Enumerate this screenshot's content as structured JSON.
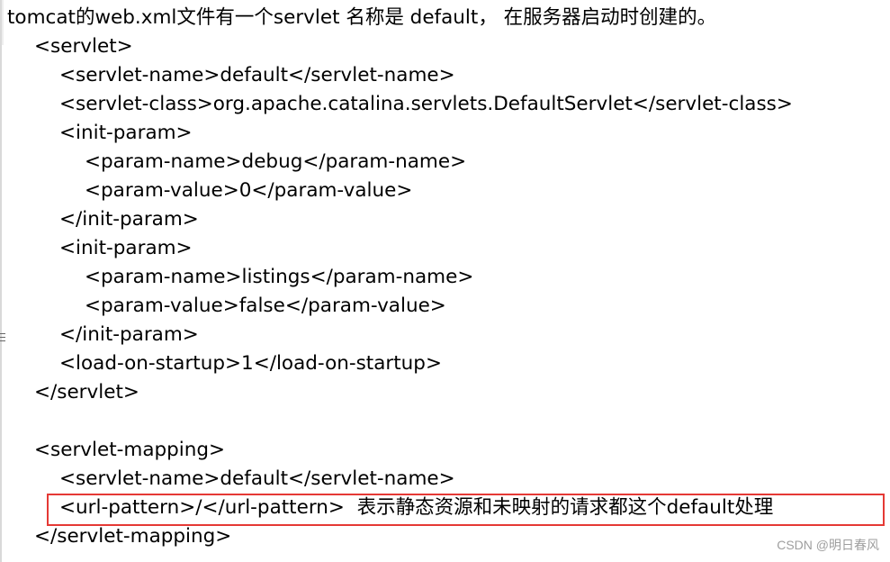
{
  "document": {
    "heading": "tomcat的web.xml文件有一个servlet 名称是 default， 在服务器启动时创建的。",
    "lines": [
      {
        "indent": 1,
        "text": "<servlet>"
      },
      {
        "indent": 2,
        "text": "<servlet-name>default</servlet-name>"
      },
      {
        "indent": 2,
        "text": "<servlet-class>org.apache.catalina.servlets.DefaultServlet</servlet-class>"
      },
      {
        "indent": 2,
        "text": "<init-param>"
      },
      {
        "indent": 3,
        "text": "<param-name>debug</param-name>"
      },
      {
        "indent": 3,
        "text": "<param-value>0</param-value>"
      },
      {
        "indent": 2,
        "text": "</init-param>"
      },
      {
        "indent": 2,
        "text": "<init-param>"
      },
      {
        "indent": 3,
        "text": "<param-name>listings</param-name>"
      },
      {
        "indent": 3,
        "text": "<param-value>false</param-value>"
      },
      {
        "indent": 2,
        "text": "</init-param>"
      },
      {
        "indent": 2,
        "text": "<load-on-startup>1</load-on-startup>"
      },
      {
        "indent": 1,
        "text": "</servlet>"
      },
      {
        "indent": 1,
        "text": ""
      },
      {
        "indent": 1,
        "text": "<servlet-mapping>"
      },
      {
        "indent": 2,
        "text": "<servlet-name>default</servlet-name>"
      },
      {
        "indent": 2,
        "text": "<url-pattern>/</url-pattern>  表示静态资源和未映射的请求都这个default处理",
        "highlighted": true
      },
      {
        "indent": 1,
        "text": "</servlet-mapping>"
      }
    ]
  },
  "highlight": {
    "border_color": "#e53935"
  },
  "watermark": {
    "text": "CSDN @明日春风"
  }
}
